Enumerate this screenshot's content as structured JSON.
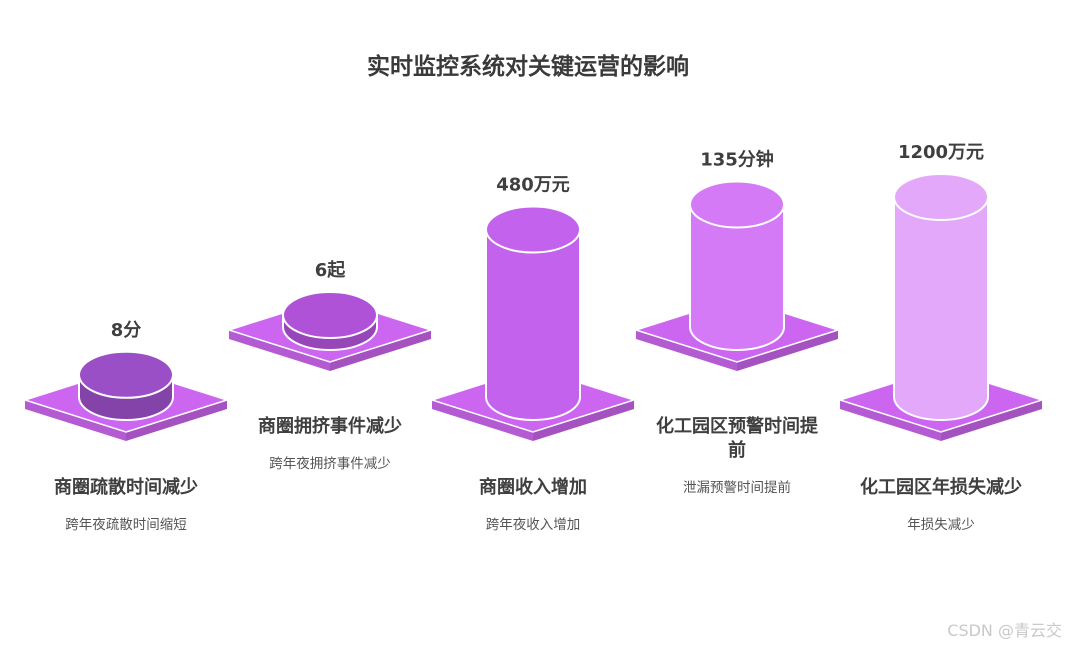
{
  "chart_data": {
    "type": "bar",
    "title": "实时监控系统对关键运营的影响",
    "categories": [
      "商圈疏散时间减少",
      "商圈拥挤事件减少",
      "商圈收入增加",
      "化工园区预警时间提前",
      "化工园区年损失减少"
    ],
    "value_labels": [
      "8分",
      "6起",
      "480万元",
      "135分钟",
      "1200万元"
    ],
    "descriptions": [
      "跨年夜疏散时间缩短",
      "跨年夜拥挤事件减少",
      "跨年夜收入增加",
      "泄漏预警时间提前",
      "年损失减少"
    ],
    "values": [
      8,
      6,
      480,
      135,
      1200
    ],
    "colors": [
      "#9b4fc6",
      "#b052d8",
      "#c362ec",
      "#d47af6",
      "#e4a8fa"
    ],
    "platform_color": "#cc66f0"
  },
  "watermark": "CSDN @青云交"
}
